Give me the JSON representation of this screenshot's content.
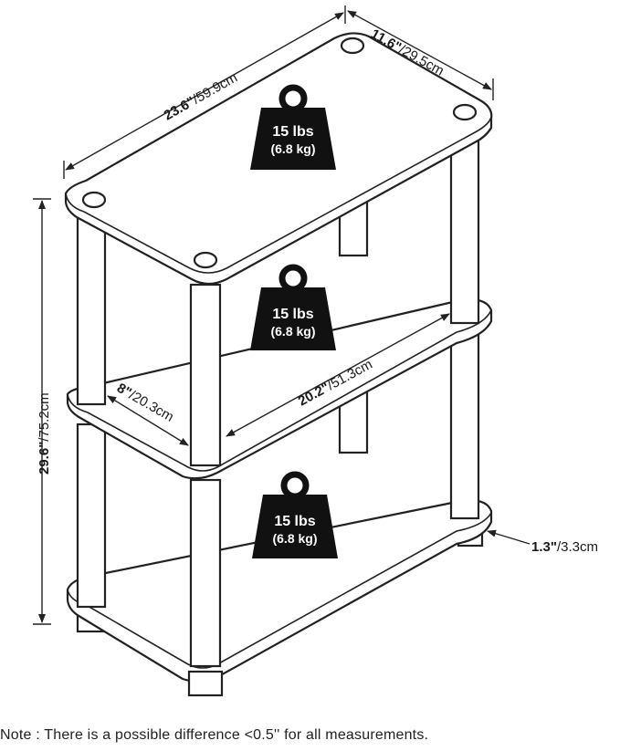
{
  "dimensions": {
    "width": {
      "imperial": "23.6\"",
      "metric": "/59.9cm"
    },
    "depth": {
      "imperial": "11.6\"",
      "metric": "/29.5cm"
    },
    "height": {
      "imperial": "29.6\"",
      "metric": "/75.2cm"
    },
    "inner_width": {
      "imperial": "20.2\"",
      "metric": "/51.3cm"
    },
    "inner_depth": {
      "imperial": "8\"",
      "metric": "/20.3cm"
    },
    "foot_height": {
      "imperial": "1.3\"",
      "metric": "/3.3cm"
    }
  },
  "weights": [
    {
      "lbs": "15 lbs",
      "kg": "(6.8 kg)"
    },
    {
      "lbs": "15 lbs",
      "kg": "(6.8 kg)"
    },
    {
      "lbs": "15 lbs",
      "kg": "(6.8 kg)"
    }
  ],
  "note": "Note : There is a possible difference <0.5'' for all measurements.",
  "colors": {
    "line": "#222222",
    "weight_fill": "#111111",
    "background": "#ffffff"
  }
}
